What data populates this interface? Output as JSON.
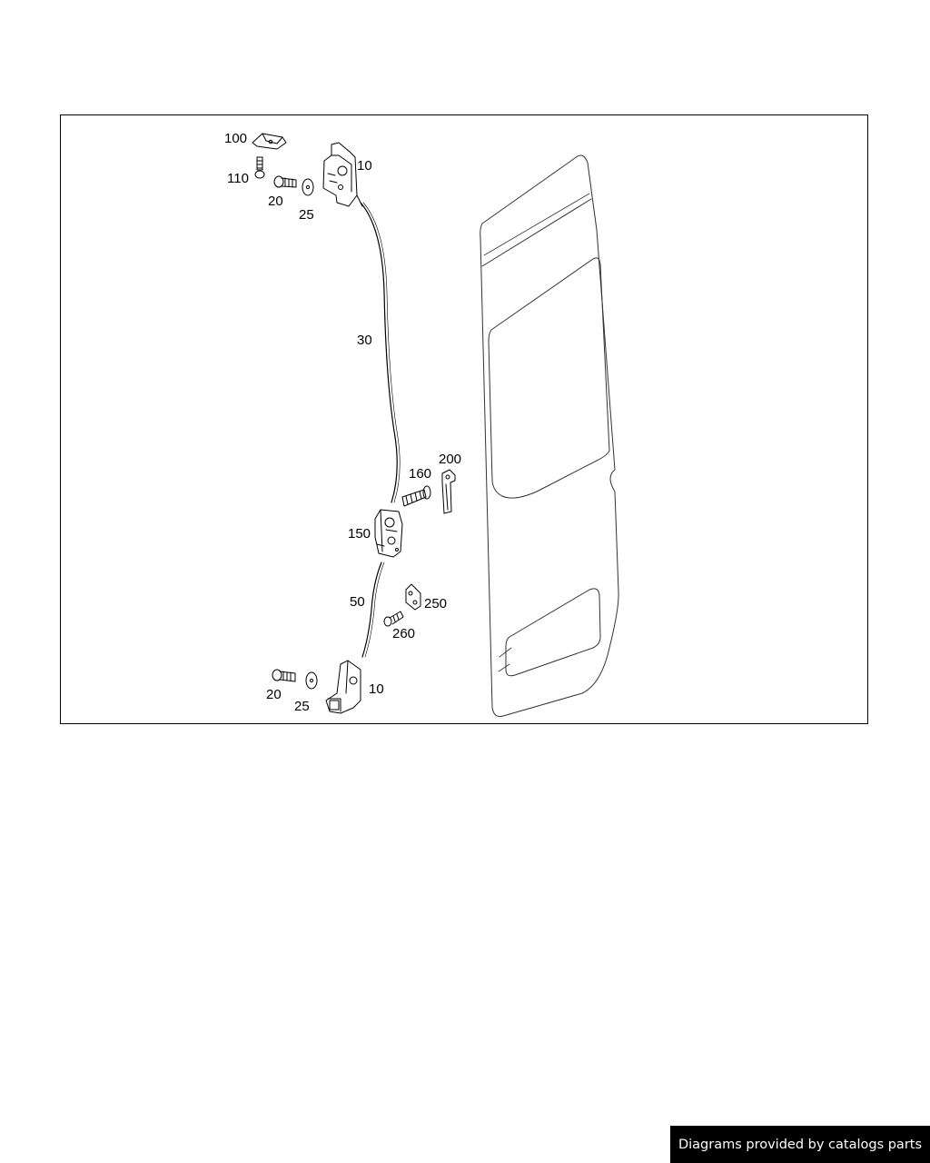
{
  "diagram": {
    "callouts": [
      {
        "id": "c100",
        "text": "100"
      },
      {
        "id": "c110",
        "text": "110"
      },
      {
        "id": "c20a",
        "text": "20"
      },
      {
        "id": "c25a",
        "text": "25"
      },
      {
        "id": "c10a",
        "text": "10"
      },
      {
        "id": "c30",
        "text": "30"
      },
      {
        "id": "c200",
        "text": "200"
      },
      {
        "id": "c160",
        "text": "160"
      },
      {
        "id": "c150",
        "text": "150"
      },
      {
        "id": "c50",
        "text": "50"
      },
      {
        "id": "c250",
        "text": "250"
      },
      {
        "id": "c260",
        "text": "260"
      },
      {
        "id": "c20b",
        "text": "20"
      },
      {
        "id": "c25b",
        "text": "25"
      },
      {
        "id": "c10b",
        "text": "10"
      }
    ]
  },
  "footer": {
    "credit": "Diagrams provided by catalogs parts"
  }
}
